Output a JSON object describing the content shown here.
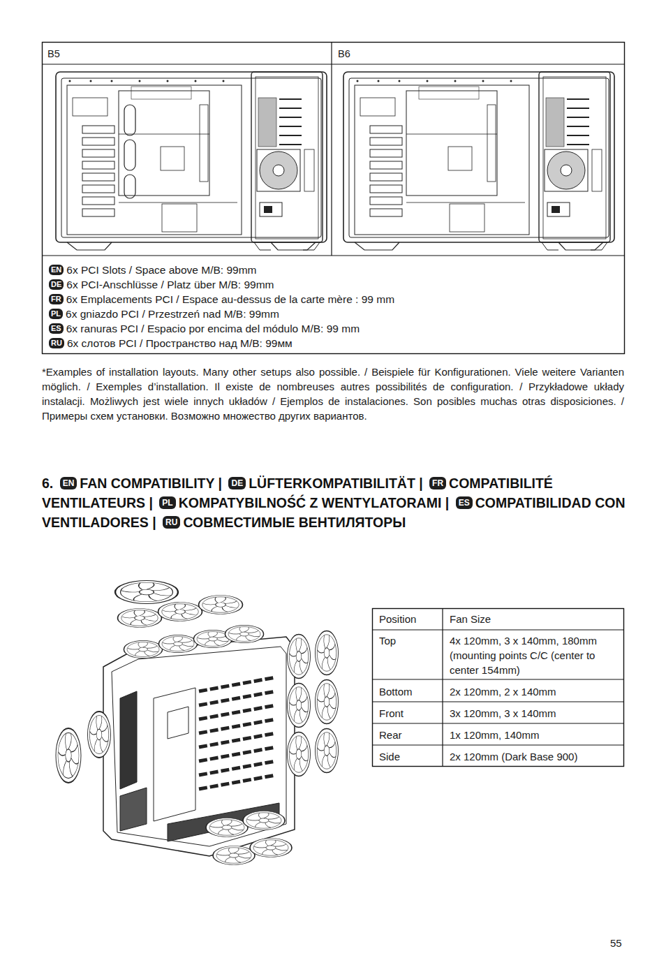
{
  "diagram": {
    "nodes": [
      {
        "text": [
          "EN"
        ]
      },
      {
        "text": [
          "DE"
        ]
      },
      {
        "text": [
          "FR"
        ]
      },
      {
        "text": [
          "PL"
        ]
      },
      {
        "text": [
          "ES"
        ]
      },
      {
        "text": [
          "RU"
        ]
      },
      {
        "text": [
          "EN"
        ]
      },
      {
        "text": [
          "DE"
        ]
      },
      {
        "text": [
          "FR"
        ]
      },
      {
        "text": [
          "PL"
        ]
      },
      {
        "text": [
          "ES"
        ]
      },
      {
        "text": [
          "RU"
        ]
      }
    ],
    "labels": [
      "B5",
      "B6",
      "6x PCI Slots / Space above M/B: 99mm",
      "6x PCI-Anschlüsse / Platz über M/B: 99mm",
      "6x Emplacements PCI / Espace au-dessus de la carte mère : 99 mm",
      "6x gniazdo PCI / Przestrzeń nad M/B: 99mm",
      "6x ranuras PCI / Espacio por encima del módulo M/B: 99 mm",
      "6х слотов PCI / Пространство над M/B: 99мм",
      "*Examples of installation layouts. Many other setups also possible. / Beispiele für Konfigurationen. Viele weitere Varianten möglich. / Exemples d’installation. Il existe de nombreuses autres possibilités de configuration. / Przykładowe układy instalacji. Możliwych jest wiele innych układów / Ejemplos de instalaciones. Son posibles muchas otras disposiciones. / Примеры схем установки. Возможно множество других вариантов.",
      "6.",
      "FAN COMPATIBILITY |",
      "LÜFTERKOMPATIBILITÄT |",
      "COMPATIBILITÉ VENTILATEURS |",
      "KOMPATYBILNOŚĆ Z WENTYLATORAMI |",
      "COMPATIBILIDAD CON VENTILADORES |",
      "СОВМЕСТИМЫЕ ВЕНТИЛЯТОРЫ",
      "Position",
      "Fan Size",
      "Top",
      "4x 120mm, 3 x 140mm, 180mm (mounting points C/C (center to center 154mm)",
      "Bottom",
      "2x 120mm, 2 x 140mm",
      "Front",
      "3x 120mm, 3 x 140mm",
      "Rear",
      "1x 120mm, 140mm",
      "Side",
      "2x 120mm (Dark Base 900)",
      "55"
    ]
  }
}
